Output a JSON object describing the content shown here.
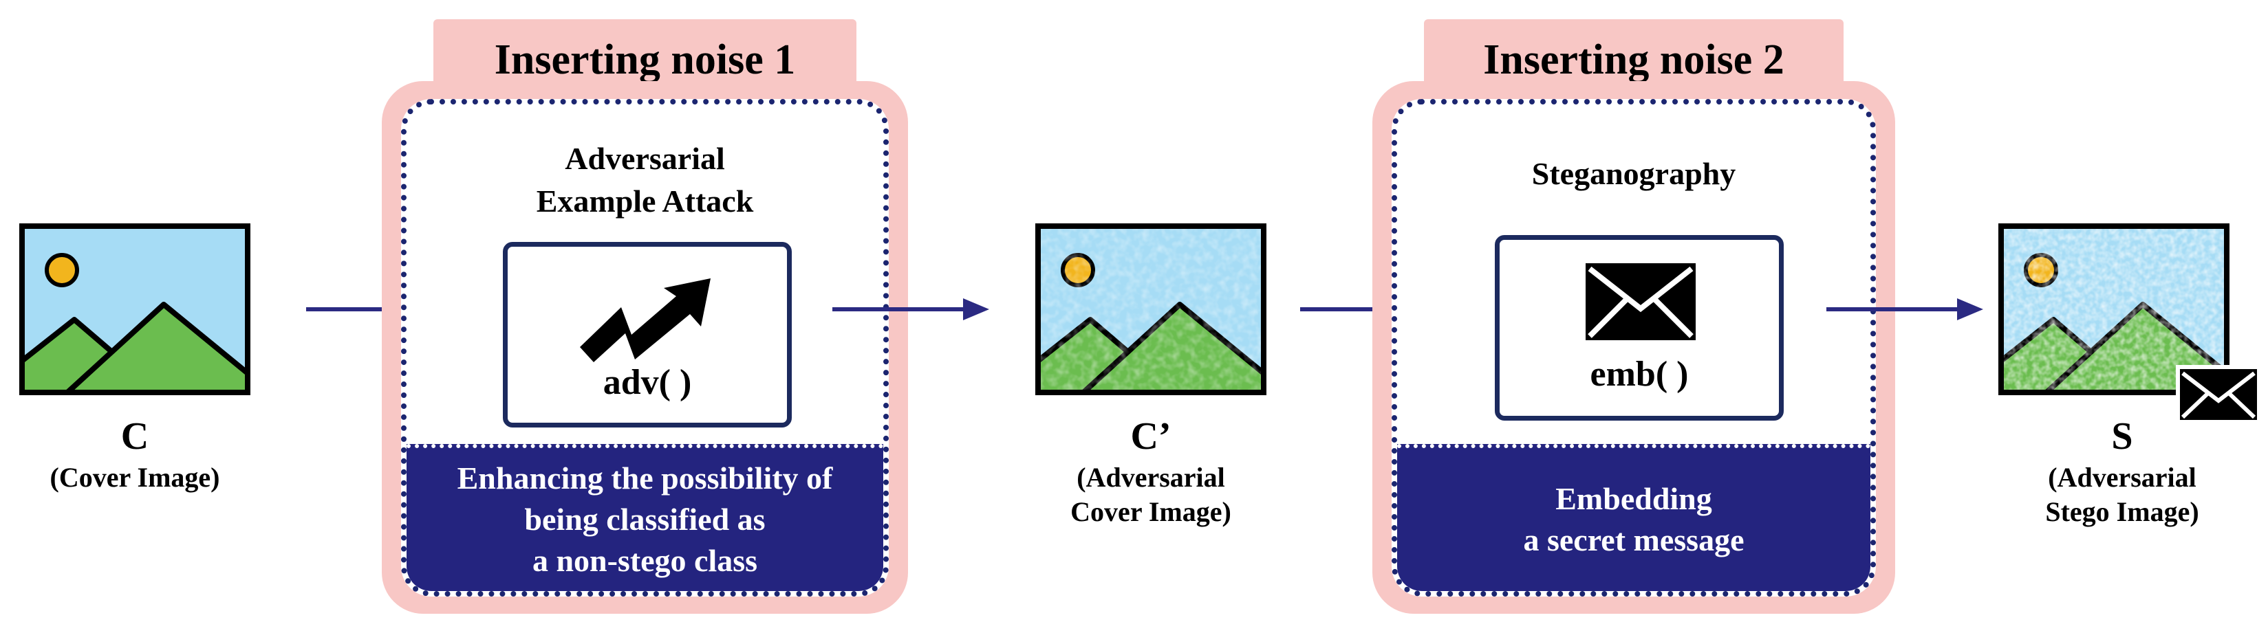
{
  "cover": {
    "symbol": "C",
    "caption": "(Cover Image)"
  },
  "noise1": {
    "tab": "Inserting noise 1",
    "title_line1": "Adversarial",
    "title_line2": "Example Attack",
    "func": "adv( )",
    "desc": [
      "Enhancing the possibility of",
      "being classified as",
      "a non-stego class"
    ],
    "icon": "zigzag-arrow-icon"
  },
  "adv_cover": {
    "symbol": "C’",
    "caption_line1": "(Adversarial",
    "caption_line2": "Cover Image)"
  },
  "noise2": {
    "tab": "Inserting noise 2",
    "title": "Steganography",
    "func": "emb( )",
    "desc": [
      "Embedding",
      "a secret message"
    ],
    "icon": "envelope-icon"
  },
  "stego": {
    "symbol": "S",
    "caption_line1": "(Adversarial",
    "caption_line2": "Stego Image)"
  },
  "colors": {
    "sky": "#a6dcf5",
    "mountain": "#6bbd4f",
    "sun": "#f2b51d",
    "navy": "#24247f",
    "pink": "#f8c7c5",
    "arrow": "#2b2a82"
  }
}
